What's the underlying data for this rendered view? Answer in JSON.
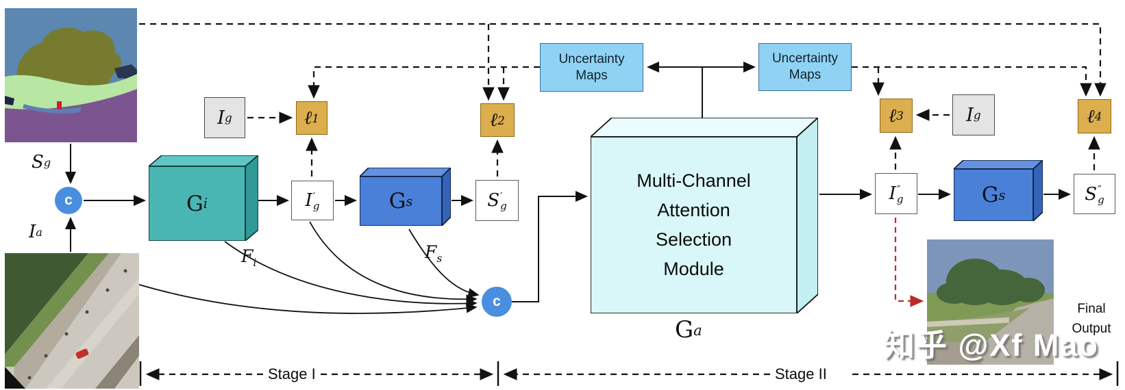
{
  "labels": {
    "sg": {
      "base": "S",
      "sub": "g"
    },
    "ia": {
      "base": "I",
      "sub": "a"
    },
    "ig_left": {
      "base": "I",
      "sub": "g"
    },
    "ig_right": {
      "base": "I",
      "sub": "g"
    },
    "gi": {
      "base": "G",
      "sub": "i"
    },
    "gs_stage1": {
      "base": "G",
      "sub": "s"
    },
    "gs_stage2": {
      "base": "G",
      "sub": "s"
    },
    "ga": {
      "base": "G",
      "sub": "a"
    },
    "fi": {
      "base": "F",
      "sub": "i"
    },
    "fs": {
      "base": "F",
      "sub": "s"
    },
    "l1": {
      "base": "ℓ",
      "sub": "1"
    },
    "l2": {
      "base": "ℓ",
      "sub": "2"
    },
    "l3": {
      "base": "ℓ",
      "sub": "3"
    },
    "l4": {
      "base": "ℓ",
      "sub": "4"
    },
    "ig_prime": {
      "base": "I",
      "sup": "′",
      "sub": "g"
    },
    "sg_prime": {
      "base": "S",
      "sup": "′",
      "sub": "g"
    },
    "ig_dblprime": {
      "base": "I",
      "sup": "″",
      "sub": "g"
    },
    "sg_dblprime": {
      "base": "S",
      "sup": "″",
      "sub": "g"
    },
    "concat1": "c",
    "concat2": "c"
  },
  "boxes": {
    "uncertainty_left": {
      "lines": [
        "Uncertainty",
        "Maps"
      ]
    },
    "uncertainty_right": {
      "lines": [
        "Uncertainty",
        "Maps"
      ]
    },
    "attention_module": {
      "lines": [
        "Multi-Channel",
        "Attention",
        "Selection",
        "Module"
      ]
    }
  },
  "captions": {
    "stage1": "Stage I",
    "stage2": "Stage II",
    "final_output": {
      "lines": [
        "Final",
        "Output"
      ]
    },
    "watermark": "知乎 @Xf Mao"
  },
  "colors": {
    "generator_teal": "#49b6b3",
    "generator_teal_top": "#5fc5c2",
    "generator_teal_side": "#2f9a98",
    "generator_blue": "#4a80d8",
    "generator_blue_top": "#6590dd",
    "generator_blue_side": "#3563b8",
    "attention_module_fill": "#d9f7f8",
    "attention_module_top": "#eafcfd",
    "attention_module_side": "#c3eff3",
    "uncertainty_fill": "#8fd2f3",
    "loss_fill": "#dcae4d",
    "concat_fill": "#4a8ee0",
    "ground_truth_fill": "#e4e4e4",
    "red_dashed": "#c02828"
  }
}
